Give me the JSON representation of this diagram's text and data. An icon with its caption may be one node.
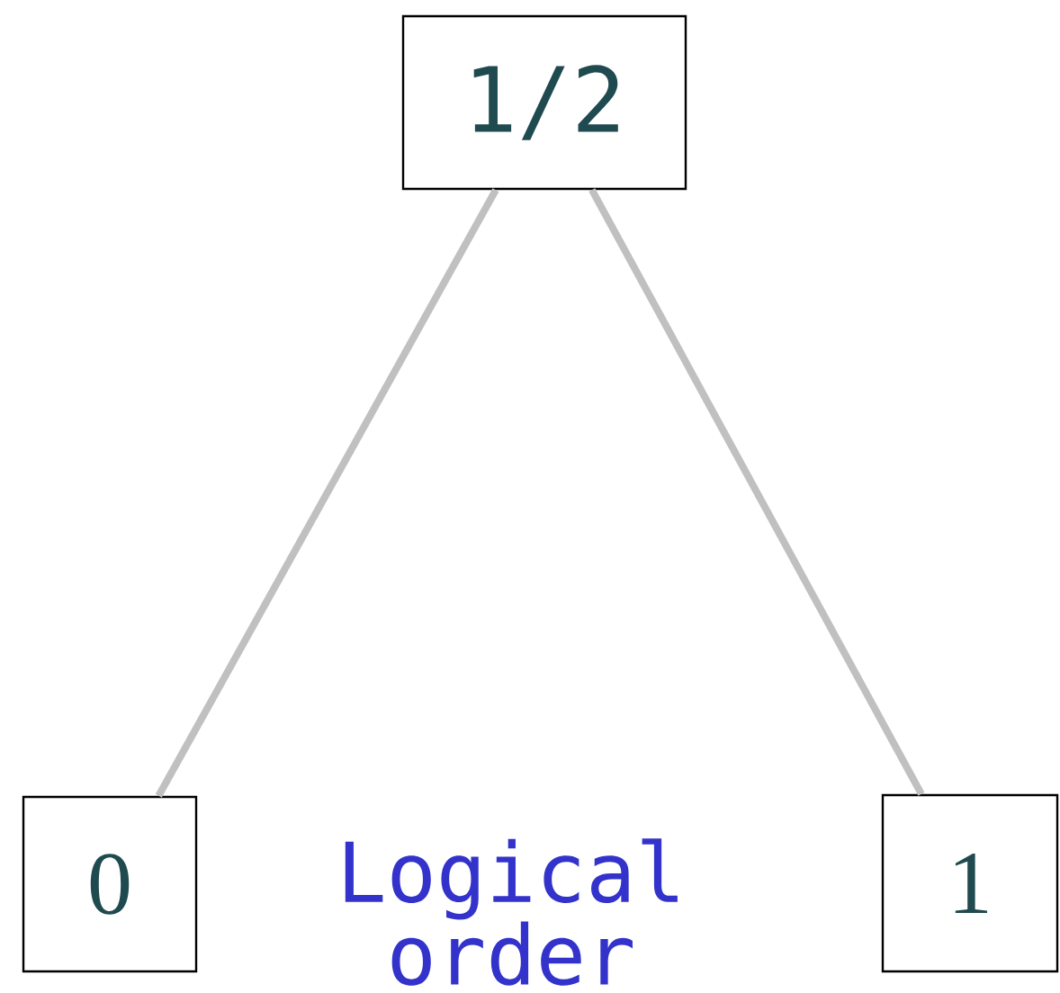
{
  "diagram": {
    "nodes": [
      {
        "text": [
          "1/2"
        ]
      },
      {
        "text": [
          "0"
        ]
      },
      {
        "text": [
          "1"
        ]
      }
    ],
    "edges": [
      {
        "from": 0,
        "to": 1,
        "arrow": "none"
      },
      {
        "from": 0,
        "to": 2,
        "arrow": "none"
      }
    ],
    "labels": [
      "Logical order"
    ]
  }
}
